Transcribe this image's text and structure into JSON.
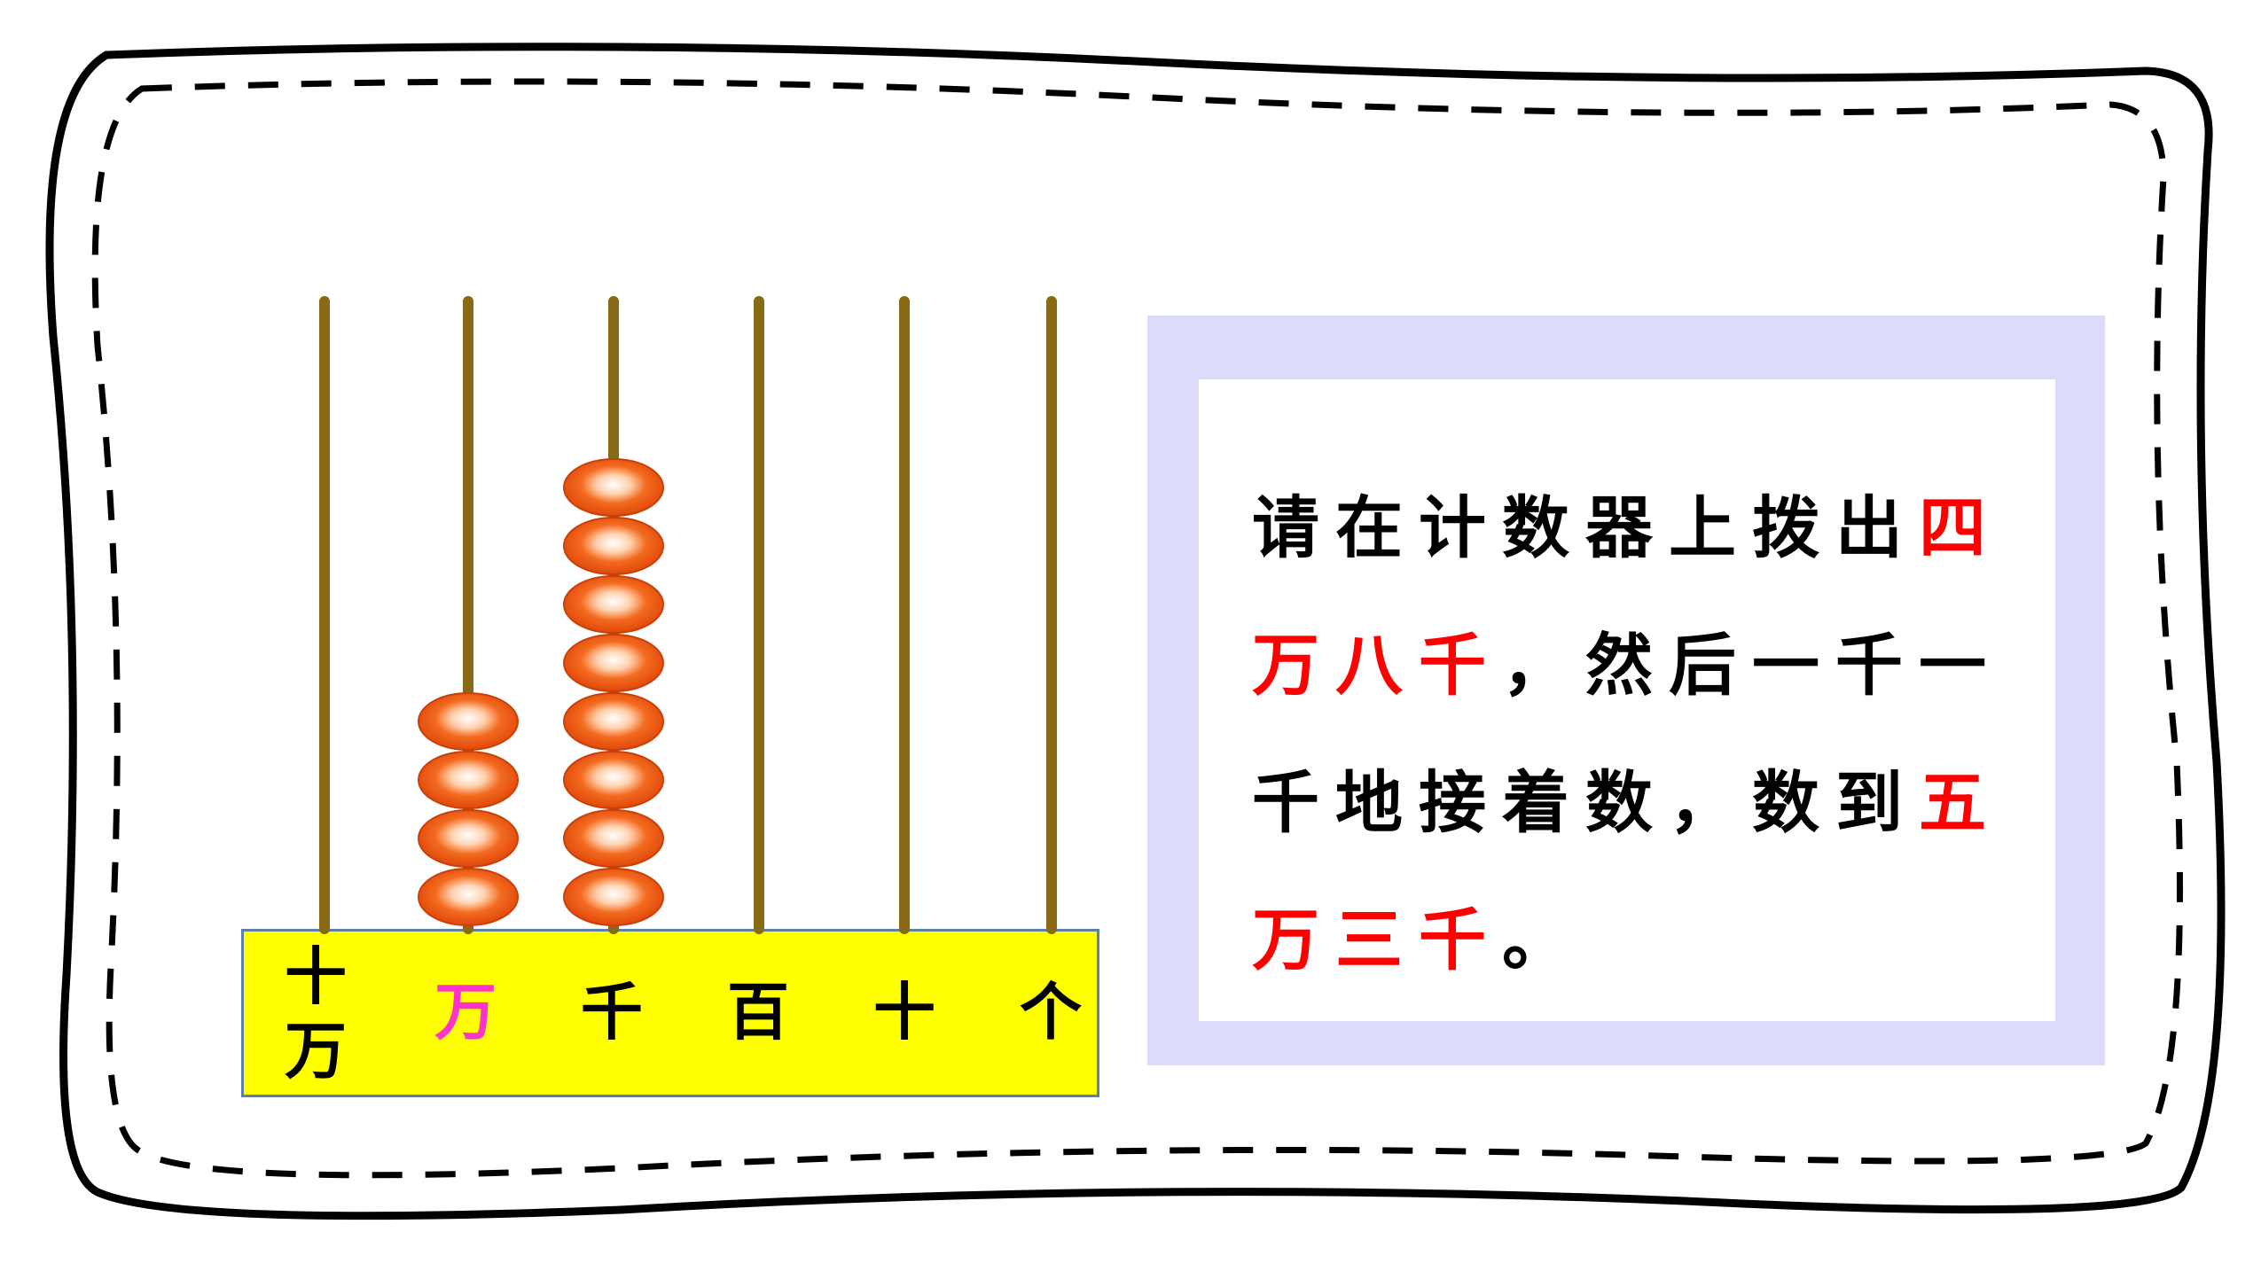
{
  "abacus": {
    "places": [
      {
        "label": "十万",
        "beads": 0,
        "color": "#000000"
      },
      {
        "label": "万",
        "beads": 4,
        "color": "#ff33cc"
      },
      {
        "label": "千",
        "beads": 8,
        "color": "#000000"
      },
      {
        "label": "百",
        "beads": 0,
        "color": "#000000"
      },
      {
        "label": "十",
        "beads": 0,
        "color": "#000000"
      },
      {
        "label": "个",
        "beads": 0,
        "color": "#000000"
      }
    ],
    "rod_color": "#8a6914",
    "bead_color": "#f05a12",
    "base_color": "#ffff00"
  },
  "prompt": {
    "part1": "请在计数器上拨出",
    "part2": "四万八千",
    "part3": "，然后一千一千地接着数，数到",
    "part4": "五万三千",
    "part5": "。"
  }
}
